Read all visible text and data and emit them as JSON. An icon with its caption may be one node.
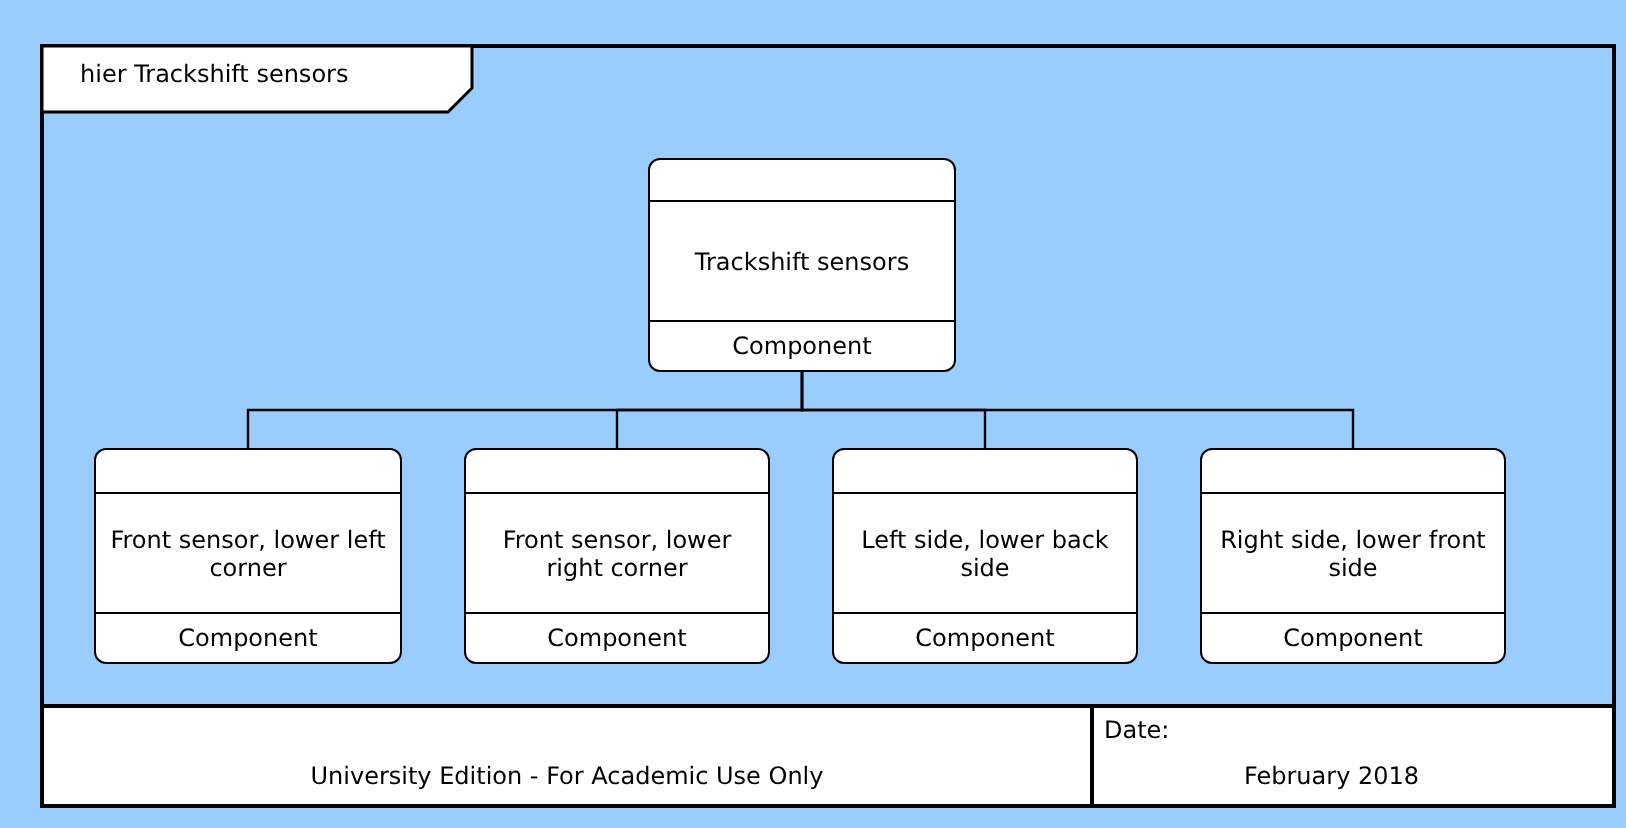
{
  "diagram": {
    "title": "hier Trackshift sensors",
    "nodes": [
      {
        "text": [
          "Trackshift sensors",
          "Component"
        ]
      },
      {
        "text": [
          "Front sensor, lower left corner",
          "Component"
        ]
      },
      {
        "text": [
          "Front sensor, lower right corner",
          "Component"
        ]
      },
      {
        "text": [
          "Left side, lower back side",
          "Component"
        ]
      },
      {
        "text": [
          "Right side, lower front side",
          "Component"
        ]
      }
    ],
    "edges": [
      {
        "from": 0,
        "to": 1,
        "arrow": "none"
      },
      {
        "from": 0,
        "to": 2,
        "arrow": "none"
      },
      {
        "from": 0,
        "to": 3,
        "arrow": "none"
      },
      {
        "from": 0,
        "to": 4,
        "arrow": "none"
      }
    ],
    "labels": [
      "University Edition - For Academic Use Only",
      "Date:",
      "February 2018"
    ]
  }
}
